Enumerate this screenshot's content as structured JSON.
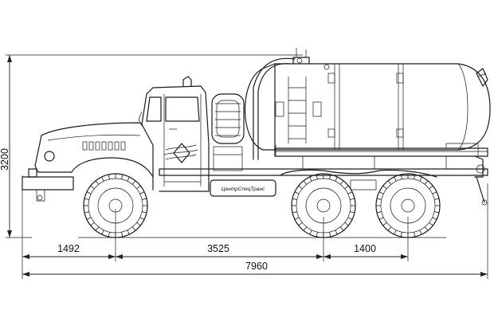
{
  "dimensions": {
    "height_total": "3200",
    "front_overhang": "1492",
    "wheelbase_front_to_rear": "3525",
    "rear_bogie": "1400",
    "length_total": "7960"
  },
  "truck": {
    "brand_text": "ЦентрСпецТранс"
  },
  "colors": {
    "line": "#1a1a1a",
    "background": "#ffffff"
  }
}
